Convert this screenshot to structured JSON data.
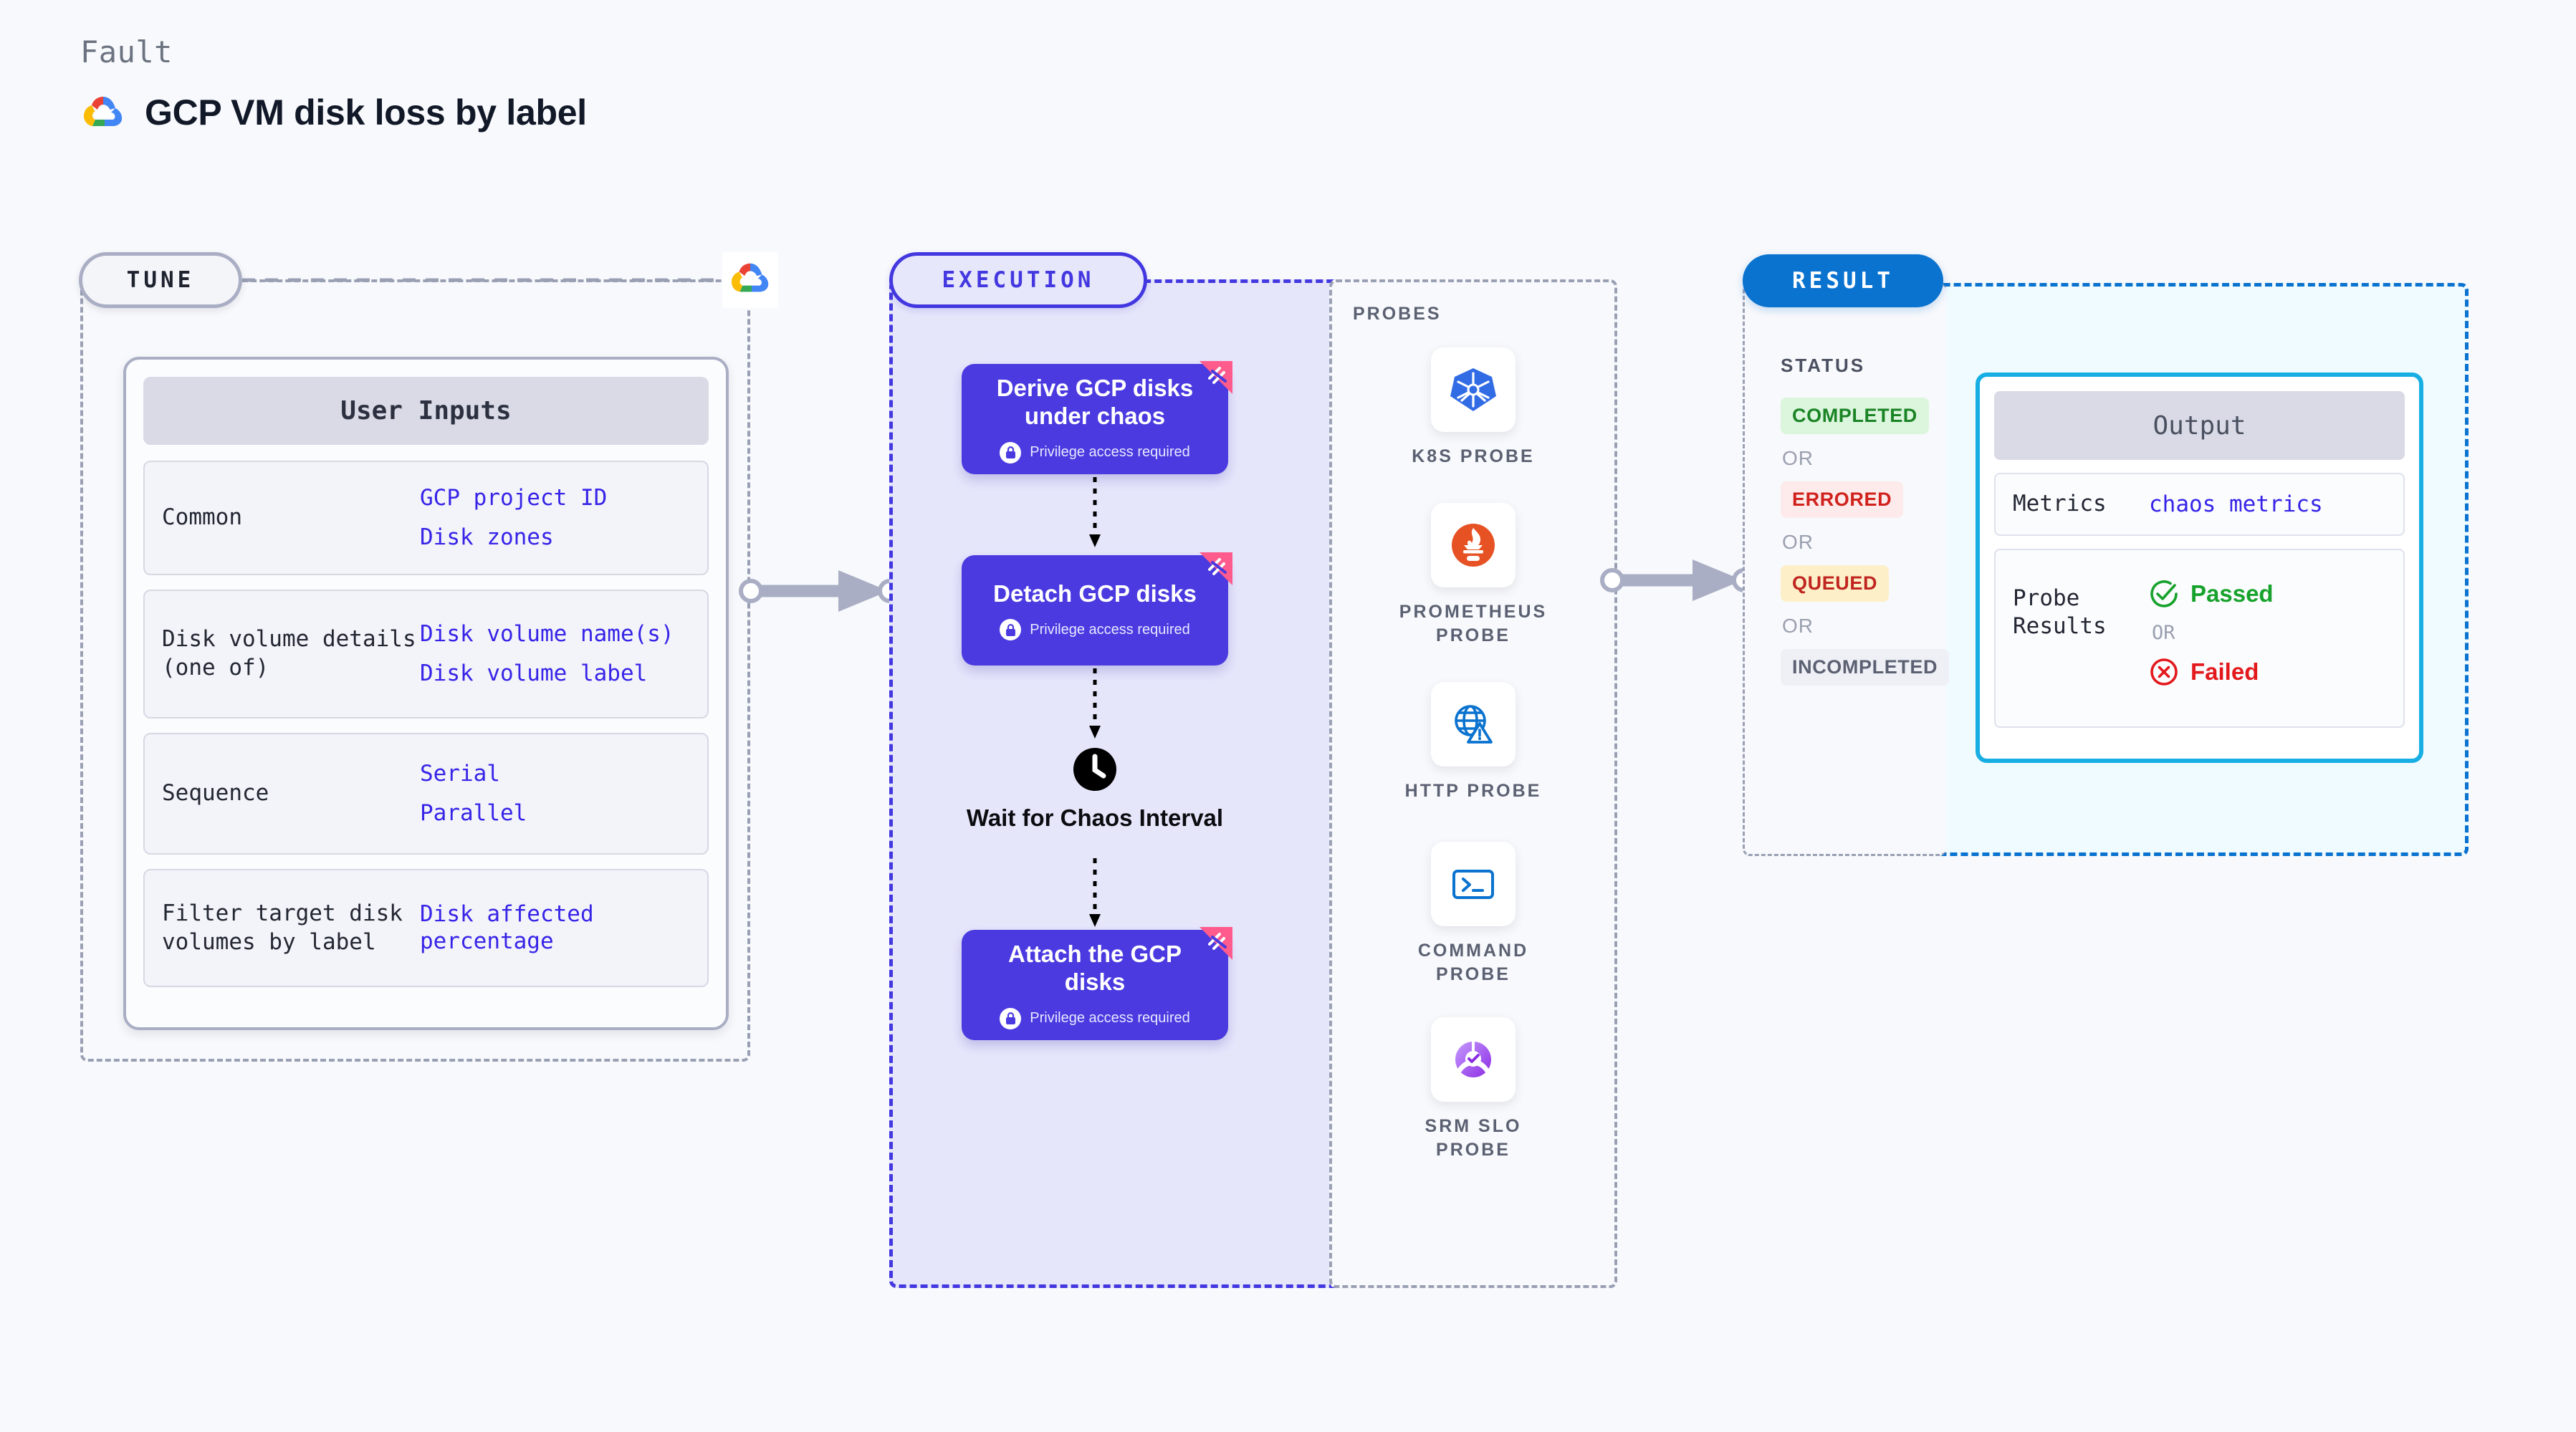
{
  "header": {
    "kicker": "Fault",
    "title": "GCP VM disk loss by label",
    "logo_icon": "gcp-cloud-logo"
  },
  "tune": {
    "pill_label": "TUNE",
    "badge_icon": "gcp-cloud-logo",
    "card_title": "User Inputs",
    "rows": [
      {
        "key": "Common",
        "values": [
          "GCP project ID",
          "Disk zones"
        ]
      },
      {
        "key": "Disk volume details (one of)",
        "values": [
          "Disk volume name(s)",
          "Disk volume label"
        ]
      },
      {
        "key": "Sequence",
        "values": [
          "Serial",
          "Parallel"
        ]
      },
      {
        "key": "Filter target disk volumes by label",
        "values": [
          "Disk affected percentage"
        ]
      }
    ]
  },
  "execution": {
    "pill_label": "EXECUTION",
    "privilege_note": "Privilege access required",
    "nodes": [
      {
        "title": "Derive GCP disks under chaos",
        "privileged": true,
        "ribbon_icon": "harness-ribbon-icon"
      },
      {
        "title": "Detach GCP disks",
        "privileged": true,
        "ribbon_icon": "harness-ribbon-icon"
      },
      {
        "title": "Attach the GCP disks",
        "privileged": true,
        "ribbon_icon": "harness-ribbon-icon"
      }
    ],
    "wait_node": {
      "label": "Wait for Chaos Interval",
      "icon": "clock-icon"
    }
  },
  "probes": {
    "title": "PROBES",
    "items": [
      {
        "label": "K8S PROBE",
        "icon": "kubernetes-icon"
      },
      {
        "label": "PROMETHEUS PROBE",
        "icon": "prometheus-icon"
      },
      {
        "label": "HTTP PROBE",
        "icon": "http-globe-warning-icon"
      },
      {
        "label": "COMMAND PROBE",
        "icon": "terminal-icon"
      },
      {
        "label": "SRM SLO PROBE",
        "icon": "srm-slo-icon"
      }
    ]
  },
  "result": {
    "pill_label": "RESULT",
    "status_title": "STATUS",
    "or_label": "OR",
    "statuses": [
      {
        "label": "COMPLETED",
        "bg": "#dcf5dd",
        "fg": "#1a8425"
      },
      {
        "label": "ERRORED",
        "bg": "#fdeaea",
        "fg": "#d0211c"
      },
      {
        "label": "QUEUED",
        "bg": "#fdefc8",
        "fg": "#c0251f"
      },
      {
        "label": "INCOMPLETED",
        "bg": "#eff0f6",
        "fg": "#5b6172"
      }
    ],
    "output": {
      "title": "Output",
      "metrics_key": "Metrics",
      "metrics_value": "chaos metrics",
      "probe_results_key": "Probe Results",
      "or_label": "OR",
      "passed": {
        "label": "Passed",
        "color": "#17a22c",
        "icon": "check-circle-icon"
      },
      "failed": {
        "label": "Failed",
        "color": "#e3191c",
        "icon": "x-circle-icon"
      }
    }
  },
  "colors": {
    "accent_purple": "#4a3ae0",
    "accent_blue": "#0a72cf",
    "accent_cyan": "#16aee3",
    "link_blue": "#3724e8",
    "ribbon_pink": "#ff5c8d",
    "background": "#f8f9fc"
  }
}
